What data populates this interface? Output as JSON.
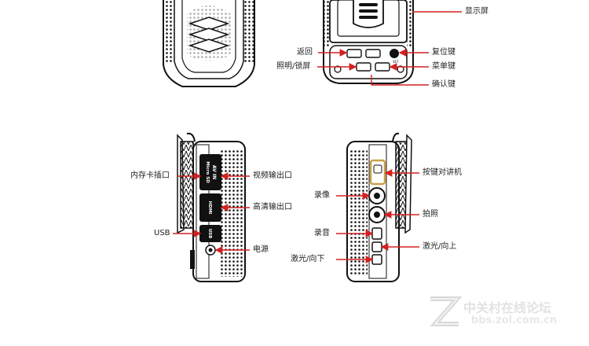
{
  "front": {
    "display": "显示屏",
    "back": "返回",
    "reset_key": "复位键",
    "light_lock": "照明/锁屏",
    "menu_key": "菜单键",
    "confirm_key": "确认键",
    "set_marking": "SET"
  },
  "left_side": {
    "card_slot": "内存卡插口",
    "av_out": "视频输出口",
    "hdmi_out": "高清输出口",
    "usb": "USB",
    "power": "电源",
    "port_av": "AV IN",
    "port_sd": "Micro SD",
    "port_hdmi": "HDMI",
    "port_usb": "USB"
  },
  "right_side": {
    "ptt": "按键对讲机",
    "record": "录像",
    "photo": "拍照",
    "audio": "录音",
    "laser_up": "激光/向上",
    "laser_down": "激光/向下"
  },
  "watermark": {
    "cn": "中关村在线论坛",
    "url": "bbs.zol.com.cn"
  },
  "colors": {
    "arrow": "#d42020",
    "body": "#111111",
    "watermark": "#e8e8e8"
  }
}
